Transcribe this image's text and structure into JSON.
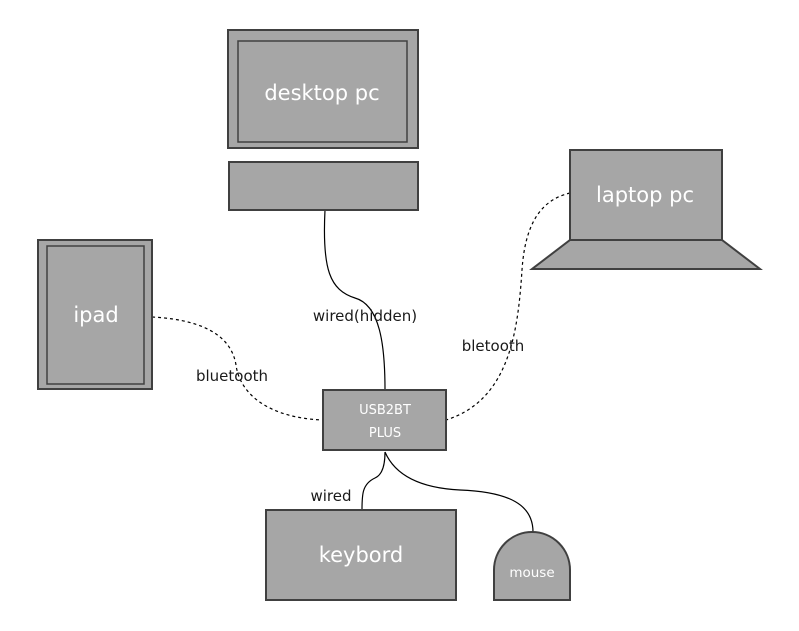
{
  "nodes": {
    "desktop": {
      "label": "desktop pc"
    },
    "laptop": {
      "label": "laptop pc"
    },
    "ipad": {
      "label": "ipad"
    },
    "hub": {
      "line1": "USB2BT",
      "line2": "PLUS"
    },
    "keyboard": {
      "label": "keybord"
    },
    "mouse": {
      "label": "mouse"
    }
  },
  "edges": {
    "desktop_hub": {
      "label": "wired(hidden)",
      "style": "solid"
    },
    "laptop_hub": {
      "label": "bletooth",
      "style": "dashed"
    },
    "ipad_hub": {
      "label": "bluetooth",
      "style": "dashed"
    },
    "hub_keyboard": {
      "label": "wired",
      "style": "solid"
    },
    "hub_mouse": {
      "label": "",
      "style": "solid"
    }
  },
  "colors": {
    "node_fill": "#a6a6a6",
    "node_stroke": "#404040",
    "node_text": "#ffffff",
    "edge_stroke": "#000000",
    "edge_text": "#1a1a1a"
  }
}
